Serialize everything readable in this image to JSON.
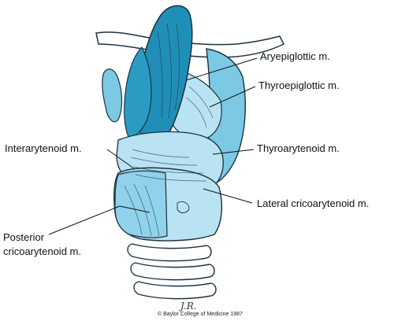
{
  "labels": {
    "aryepiglottic": "Aryepiglottic m.",
    "thyroepiglottic": "Thyroepiglottic m.",
    "interarytenoid": "Interarytenoid m.",
    "thyroarytenoid": "Thyroarytenoid m.",
    "lateral_cricoarytenoid": "Lateral cricoarytenoid m.",
    "posterior_line1": "Posterior",
    "posterior_line2": "cricoarytenoid m."
  },
  "signature": "J.R.",
  "credit": "© Baylor College of Medicine 1987",
  "colors": {
    "epiglottis_dark": "#1f8fb8",
    "muscle_light": "#b9e3f2",
    "muscle_mid": "#7cc9e4",
    "outline": "#1b3140",
    "leader": "#111111"
  }
}
